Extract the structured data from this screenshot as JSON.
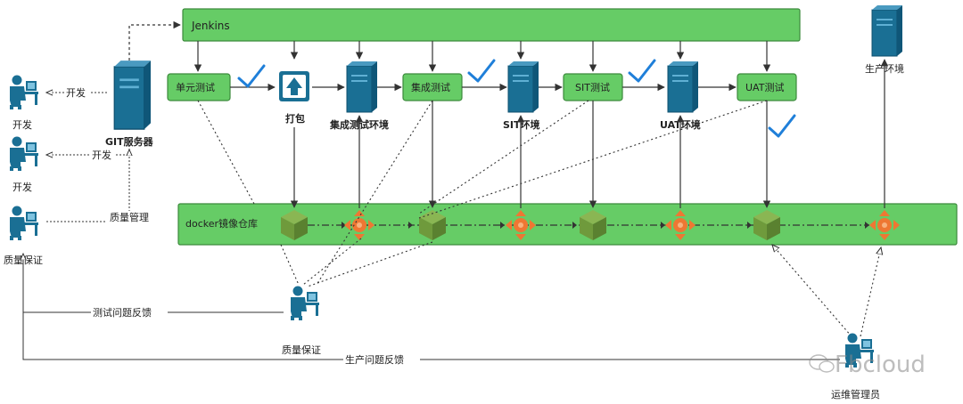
{
  "top_bar": {
    "label": "Jenkins"
  },
  "stages": [
    {
      "id": "unit",
      "label": "单元测试"
    },
    {
      "id": "integ",
      "label": "集成测试"
    },
    {
      "id": "sit",
      "label": "SIT测试"
    },
    {
      "id": "uat",
      "label": "UAT测试"
    }
  ],
  "nodes": {
    "package": "打包",
    "integ_env": "集成测试环境",
    "sit_env": "SIT环境",
    "uat_env": "UAT环境",
    "prod_env": "生产环境",
    "git": "GIT服务器"
  },
  "registry": {
    "label": "docker镜像仓库"
  },
  "people": {
    "dev1": "开发",
    "dev2": "开发",
    "qa_left": "质量保证",
    "qa_center": "质量保证",
    "ops": "运维管理员"
  },
  "edges": {
    "dev1": "开发",
    "dev2": "开发",
    "qm": "质量管理",
    "test_feedback": "测试问题反馈",
    "prod_feedback": "生产问题反馈"
  },
  "watermark": "Fbcloud",
  "colors": {
    "green_fill": "#66cc66",
    "green_stroke": "#3c8a3c",
    "server": "#1a6f94",
    "orange": "#ee7733",
    "cube": "#6f9a3c",
    "check": "#1f7fd9"
  }
}
